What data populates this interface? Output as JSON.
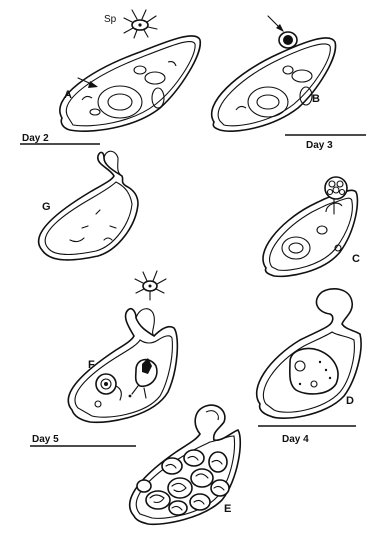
{
  "labels": {
    "sp": "Sp",
    "a": "A",
    "b": "B",
    "c": "C",
    "d": "D",
    "e": "E",
    "f": "F",
    "g": "G"
  },
  "days": {
    "day2": "Day 2",
    "day3": "Day 3",
    "day4": "Day 4",
    "day5": "Day 5"
  }
}
